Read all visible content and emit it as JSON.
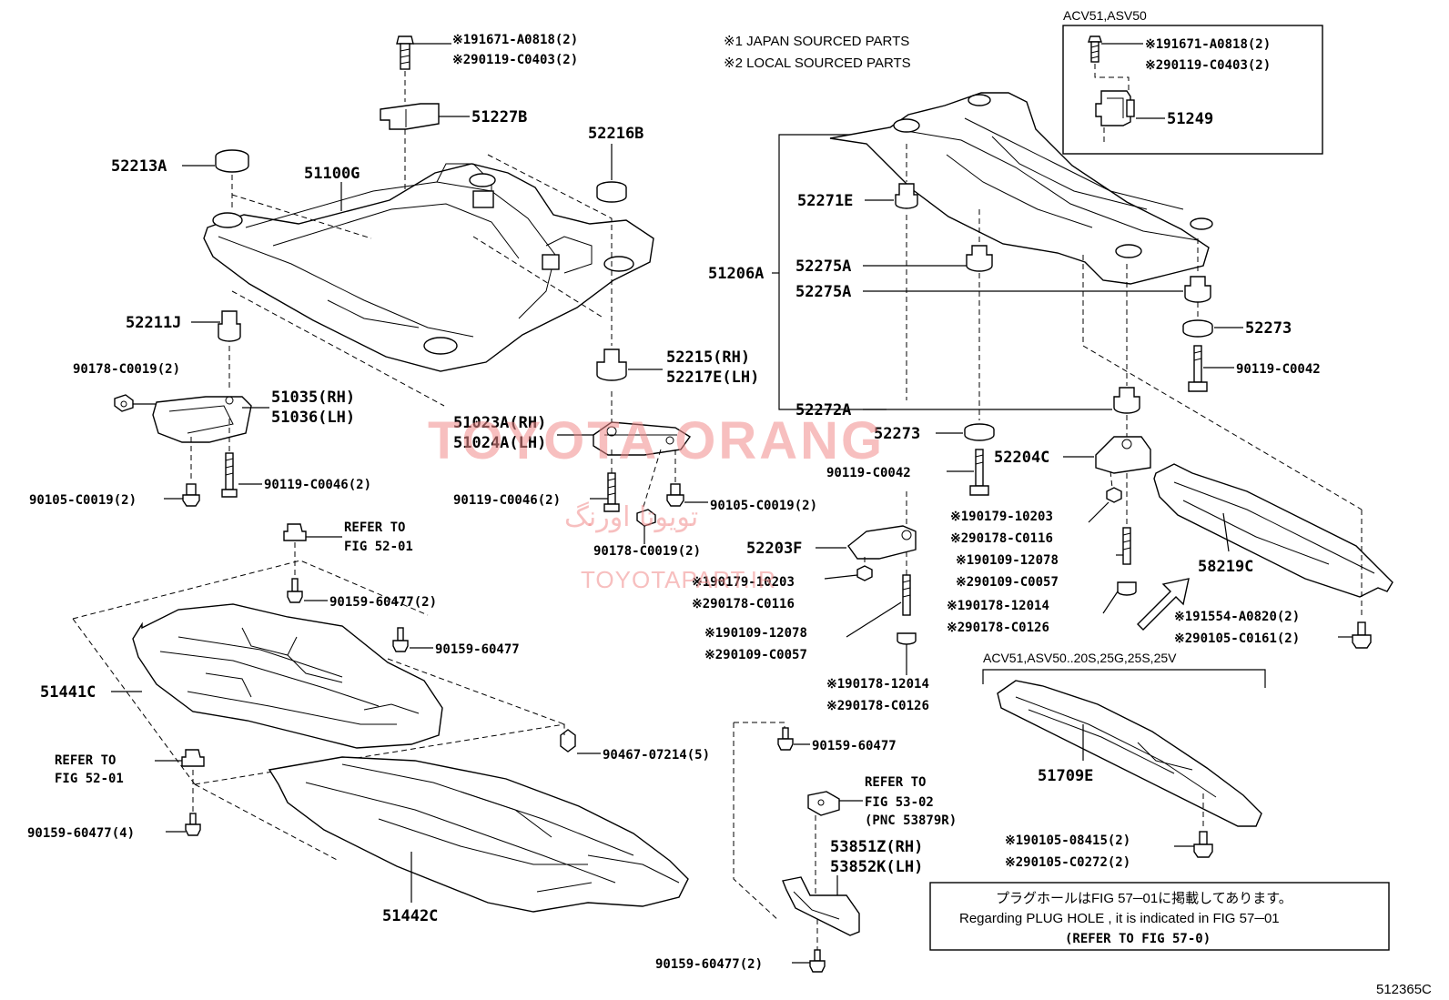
{
  "notes": {
    "n1": "※1 JAPAN SOURCED PARTS",
    "n2": "※2 LOCAL SOURCED PARTS"
  },
  "inset": {
    "title": "ACV51,ASV50",
    "bolt_1": "※191671-A0818(2)",
    "bolt_2": "※290119-C0403(2)",
    "part": "51249"
  },
  "top_bolt": {
    "l1": "※191671-A0818(2)",
    "l2": "※290119-C0403(2)"
  },
  "labels": {
    "p51227B": "51227B",
    "p52216B": "52216B",
    "p52213A": "52213A",
    "p51100G": "51100G",
    "p52211J": "52211J",
    "p90178a": "90178-C0019(2)",
    "p51035": "51035(RH)",
    "p51036": "51036(LH)",
    "p52215": "52215(RH)",
    "p52217E": "52217E(LH)",
    "p51023A": "51023A(RH)",
    "p51024A": "51024A(LH)",
    "p90105a": "90105-C0019(2)",
    "p90119a": "90119-C0046(2)",
    "p90119b": "90119-C0046(2)",
    "p90105b": "90105-C0019(2)",
    "p90178b": "90178-C0019(2)",
    "refer1_a": "REFER TO",
    "refer1_b": "FIG 52-01",
    "p90159a": "90159-60477(2)",
    "p90159b": "90159-60477",
    "p51441C": "51441C",
    "refer2_a": "REFER TO",
    "refer2_b": "FIG 52-01",
    "p90159c": "90159-60477(4)",
    "p90467": "90467-07214(5)",
    "p90159d": "90159-60477",
    "refer3_a": "REFER TO",
    "refer3_b": "FIG 53-02",
    "refer3_c": "(PNC 53879R)",
    "p53851Z": "53851Z(RH)",
    "p53852K": "53852K(LH)",
    "p51442C": "51442C",
    "p90159e": "90159-60477(2)",
    "p52271E": "52271E",
    "p52275A_1": "52275A",
    "p52275A_2": "52275A",
    "p51206A": "51206A",
    "p52273_r": "52273",
    "p90119c": "90119-C0042",
    "p52272A": "52272A",
    "p52273_m": "52273",
    "p52204C": "52204C",
    "p90119d": "90119-C0042",
    "p52203F": "52203F",
    "m1_a": "※190179-10203",
    "m1_b": "※290178-C0116",
    "m2_a": "※190109-12078",
    "m2_b": "※290109-C0057",
    "m3_a": "※190178-12014",
    "m3_b": "※290178-C0126",
    "r1_a": "※190179-10203",
    "r1_b": "※290178-C0116",
    "r2_a": "※190109-12078",
    "r2_b": "※290109-C0057",
    "r3_a": "※190178-12014",
    "r3_b": "※290178-C0126",
    "p58219C": "58219C",
    "b58_a": "※191554-A0820(2)",
    "b58_b": "※290105-C0161(2)",
    "variant_title": "ACV51,ASV50..20S,25G,25S,25V",
    "p51709E": "51709E",
    "b517_a": "※190105-08415(2)",
    "b517_b": "※290105-C0272(2)"
  },
  "plug_note": {
    "jp": "プラグホールはFIG 57─01に掲載してあります。",
    "en": "Regarding PLUG HOLE , it is indicated in FIG 57─01",
    "ref": "(REFER TO FIG 57-0)"
  },
  "watermark": {
    "brand": "TOYOTA ORANG",
    "arabic": "تويوتا اورنگ",
    "site": "TOYOTAPART.IR"
  },
  "figure_code": "512365C"
}
